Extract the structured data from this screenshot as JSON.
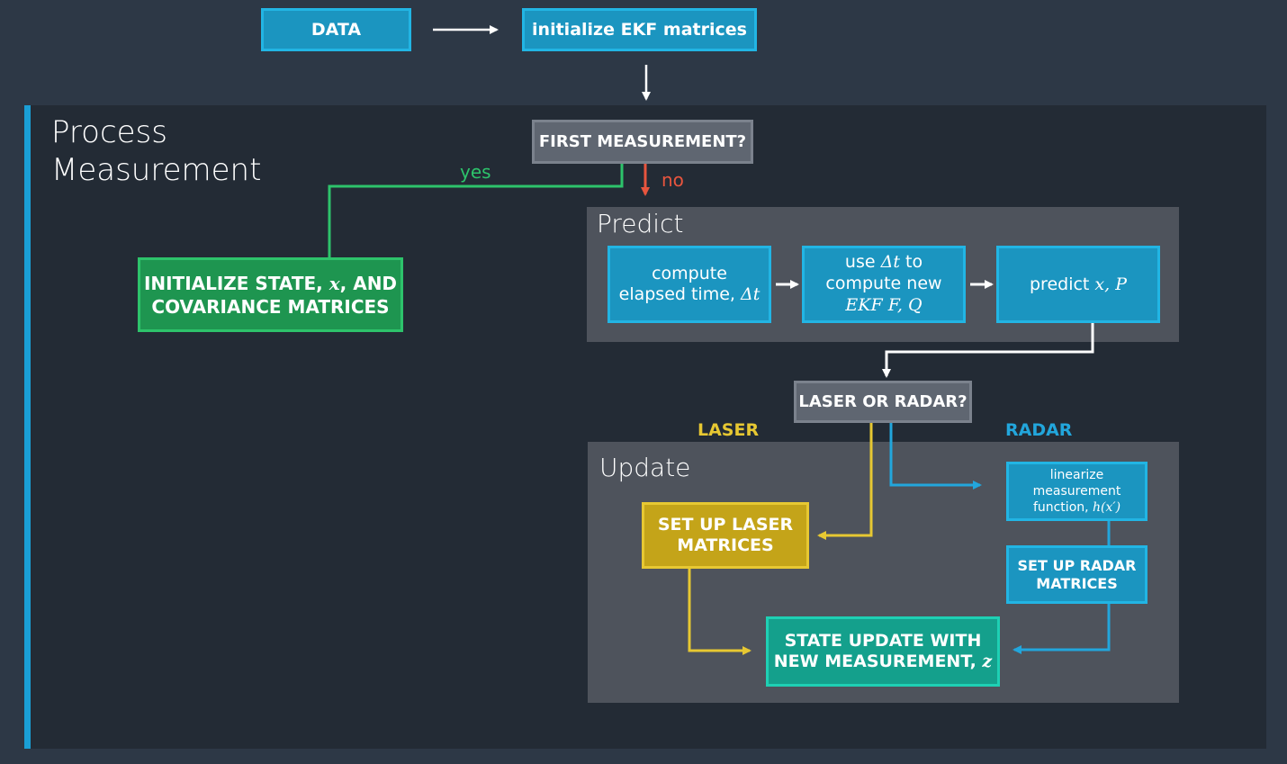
{
  "top": {
    "data_label": "DATA",
    "init_label": "initialize EKF matrices"
  },
  "process": {
    "title_line1": "Process",
    "title_line2": "Measurement"
  },
  "first_measurement": {
    "label": "FIRST MEASUREMENT?",
    "yes": "yes",
    "no": "no"
  },
  "init_state": {
    "line1_a": "INITIALIZE STATE, ",
    "line1_math": "x",
    "line1_b": ", AND",
    "line2": "COVARIANCE MATRICES"
  },
  "predict": {
    "title": "Predict",
    "compute_line1": "compute",
    "compute_line2": "elapsed time, ",
    "compute_math": "Δt",
    "use_line1_a": "use ",
    "use_line1_math": "Δt",
    "use_line1_b": " to",
    "use_line2": "compute new",
    "use_line3_math": "EKF F, Q",
    "predict_text": "predict ",
    "predict_math": "x, P"
  },
  "sensor_question": {
    "label": "LASER OR RADAR?",
    "laser": "LASER",
    "radar": "RADAR"
  },
  "update": {
    "title": "Update",
    "laser_line1": "SET UP LASER",
    "laser_line2": "MATRICES",
    "linearize_line1": "linearize",
    "linearize_line2": "measurement",
    "linearize_line3": "function, ",
    "linearize_math": "h(x′)",
    "radar_line1": "SET UP RADAR",
    "radar_line2": "MATRICES",
    "state_line1": "STATE UPDATE WITH",
    "state_line2": "NEW MEASUREMENT, ",
    "state_math": "z"
  },
  "colors": {
    "blue": "#1b95c0",
    "green": "#2dc36b",
    "yellow": "#e7c832",
    "teal": "#14a08c",
    "red": "#e8553e",
    "radar_blue": "#22a6dc"
  }
}
